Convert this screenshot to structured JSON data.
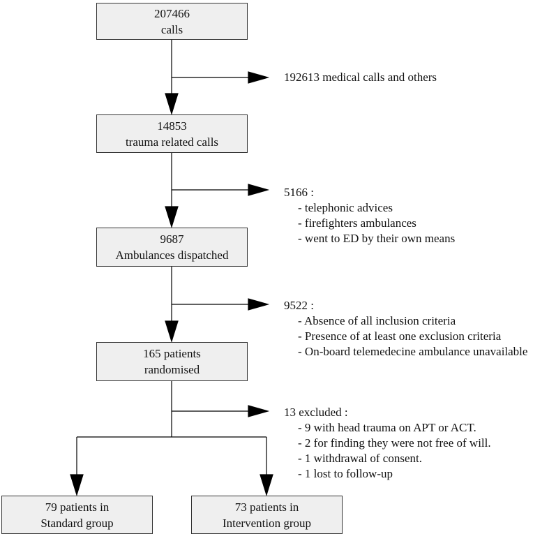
{
  "boxes": {
    "calls": {
      "line1": "207466",
      "line2": "calls"
    },
    "trauma": {
      "line1": "14853",
      "line2": "trauma related calls"
    },
    "ambulances": {
      "line1": "9687",
      "line2": "Ambulances dispatched"
    },
    "randomised": {
      "line1": "165 patients",
      "line2": "randomised"
    },
    "standard": {
      "line1": "79 patients in",
      "line2": "Standard group"
    },
    "intervention": {
      "line1": "73 patients in",
      "line2": "Intervention group"
    }
  },
  "exclusions": {
    "medical": {
      "head": "192613 medical calls and others",
      "items": []
    },
    "after_trauma": {
      "head": "5166 :",
      "items": [
        "- telephonic advices",
        "- firefighters ambulances",
        "- went to ED by their own means"
      ]
    },
    "after_dispatch": {
      "head": "9522 :",
      "items": [
        "- Absence of all inclusion criteria",
        "- Presence of at least one exclusion criteria",
        "- On-board telemedecine ambulance unavailable"
      ]
    },
    "after_randomisation": {
      "head": "13 excluded :",
      "items": [
        "- 9 with head trauma on APT or ACT.",
        "- 2 for finding they were not free of will.",
        "- 1 withdrawal of consent.",
        "- 1 lost to follow-up"
      ]
    }
  },
  "colors": {
    "box_fill": "#efefef",
    "line": "#000000"
  }
}
